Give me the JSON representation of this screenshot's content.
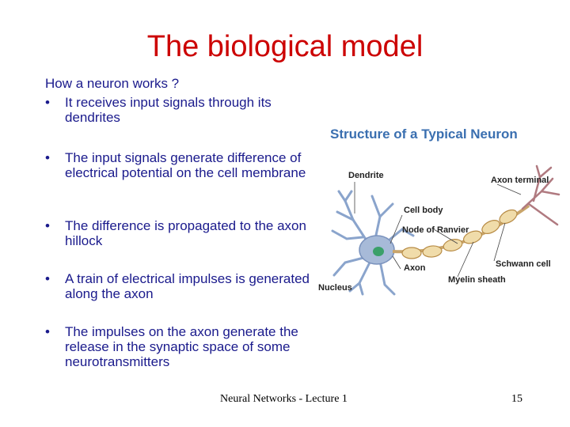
{
  "slide": {
    "title": "The biological model",
    "intro": "How a neuron works ?",
    "bullets": [
      "It receives input signals through its dendrites",
      "The input signals generate difference of electrical potential on the cell membrane",
      "The difference is propagated to the axon hillock",
      "A train of electrical impulses is generated along the axon",
      "The impulses on the axon generate the release in the synaptic space of some neurotransmitters"
    ],
    "bullet_marker": "•"
  },
  "figure": {
    "title": "Structure of a Typical Neuron",
    "labels": {
      "dendrite": "Dendrite",
      "axon_terminal": "Axon terminal",
      "cell_body": "Cell body",
      "node_of_ranvier": "Node of Ranvier",
      "axon": "Axon",
      "schwann_cell": "Schwann cell",
      "myelin_sheath": "Myelin sheath",
      "nucleus": "Nucleus"
    }
  },
  "footer": {
    "text": "Neural Networks - Lecture 1",
    "page": "15"
  },
  "colors": {
    "title": "#cc0000",
    "body_text": "#1a1a8c",
    "figure_title": "#3a6fb0",
    "myelin": "#f0dcaa",
    "neuron": "#8aa4cc"
  }
}
